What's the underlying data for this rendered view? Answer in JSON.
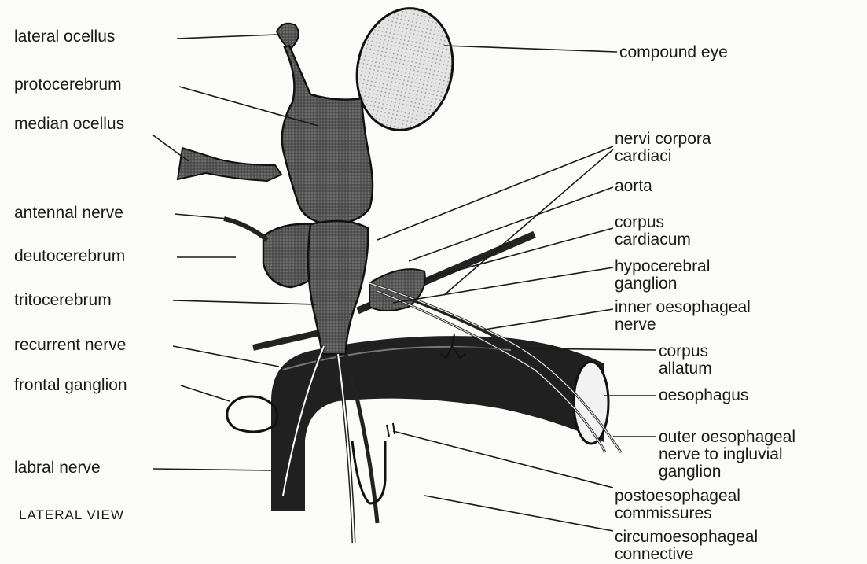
{
  "diagram": {
    "left_labels": {
      "lateral_ocellus": "lateral ocellus",
      "protocerebrum": "protocerebrum",
      "median_ocellus": "median ocellus",
      "antennal_nerve": "antennal nerve",
      "deutocerebrum": "deutocerebrum",
      "tritocerebrum": "tritocerebrum",
      "recurrent_nerve": "recurrent nerve",
      "frontal_ganglion": "frontal ganglion",
      "labral_nerve": "labral nerve"
    },
    "view_caption": "LATERAL VIEW",
    "right_labels": {
      "compound_eye": "compound eye",
      "nervi_corpora_cardiaci": "nervi corpora\ncardiaci",
      "aorta": "aorta",
      "corpus_cardiacum": "corpus\ncardiacum",
      "hypocerebral_ganglion": "hypocerebral\nganglion",
      "inner_oesophageal_nerve": "inner oesophageal\nnerve",
      "corpus_allatum": "corpus\nallatum",
      "oesophagus": "oesophagus",
      "outer_oesophageal_nerve": "outer oesophageal\nnerve to ingluvial\nganglion",
      "postoesophageal_commissures": "postoesophageal\ncommissures",
      "circumoesophageal_connective": "circumoesophageal\nconnective"
    }
  }
}
